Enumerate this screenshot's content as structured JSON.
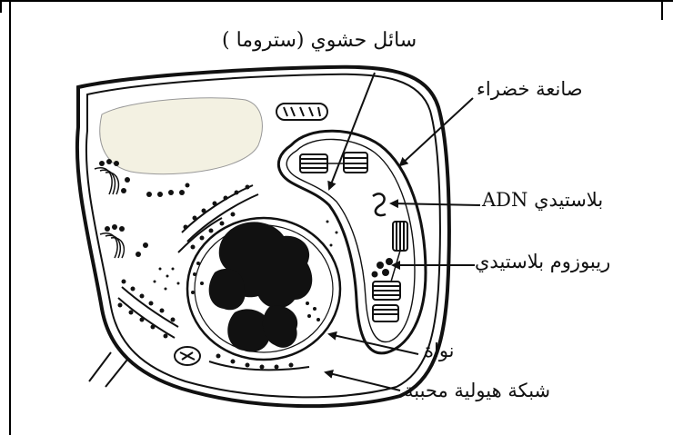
{
  "labels": {
    "stroma": "سائل حشوي (ستروما )",
    "chloroplast": "صانعة خضراء",
    "plastid_dna": "ADN بلاستيدي",
    "plastid_ribosome": "ريبوزوم بلاستيدي",
    "nucleus": "نواة",
    "rough_er": "شبكة هيولية محببة"
  },
  "colors": {
    "ink": "#111111",
    "vacuole_fill": "#f3f1e2",
    "background": "#ffffff"
  }
}
